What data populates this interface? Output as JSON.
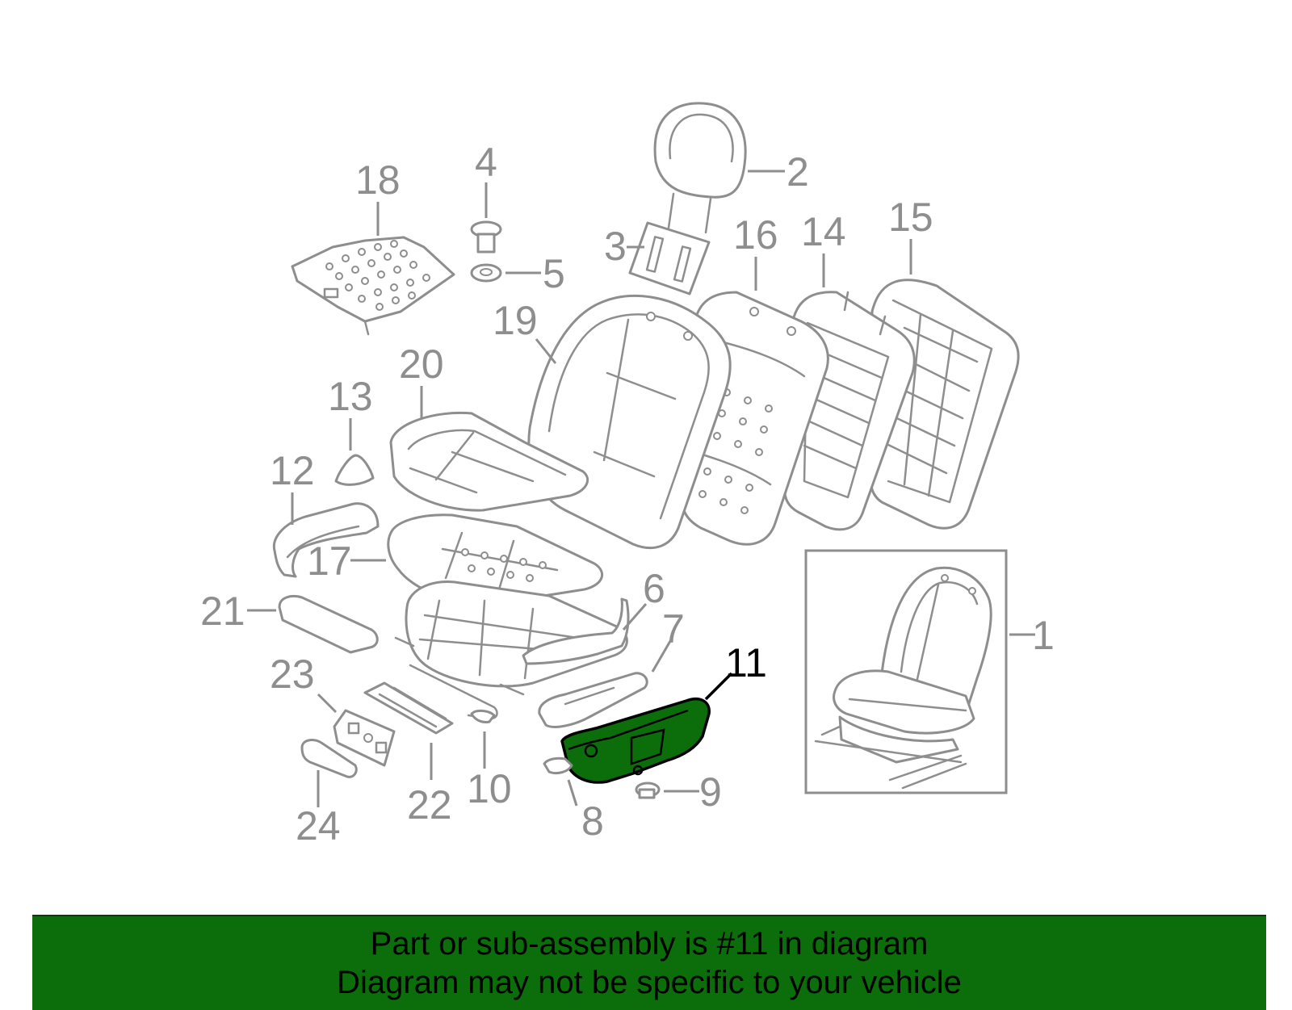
{
  "diagram": {
    "callouts": {
      "c1": "1",
      "c2": "2",
      "c3": "3",
      "c4": "4",
      "c5": "5",
      "c6": "6",
      "c7": "7",
      "c8": "8",
      "c9": "9",
      "c10": "10",
      "c11": "11",
      "c12": "12",
      "c13": "13",
      "c14": "14",
      "c15": "15",
      "c16": "16",
      "c17": "17",
      "c18": "18",
      "c19": "19",
      "c20": "20",
      "c21": "21",
      "c22": "22",
      "c23": "23",
      "c24": "24"
    },
    "highlighted_part": "11",
    "highlight_color": "#0b6e0b",
    "line_color": "#8e8e8e"
  },
  "banner": {
    "line1": "Part or sub-assembly is #11 in diagram",
    "line2": "Diagram may not be specific to your vehicle",
    "background": "#0b6e0b"
  }
}
